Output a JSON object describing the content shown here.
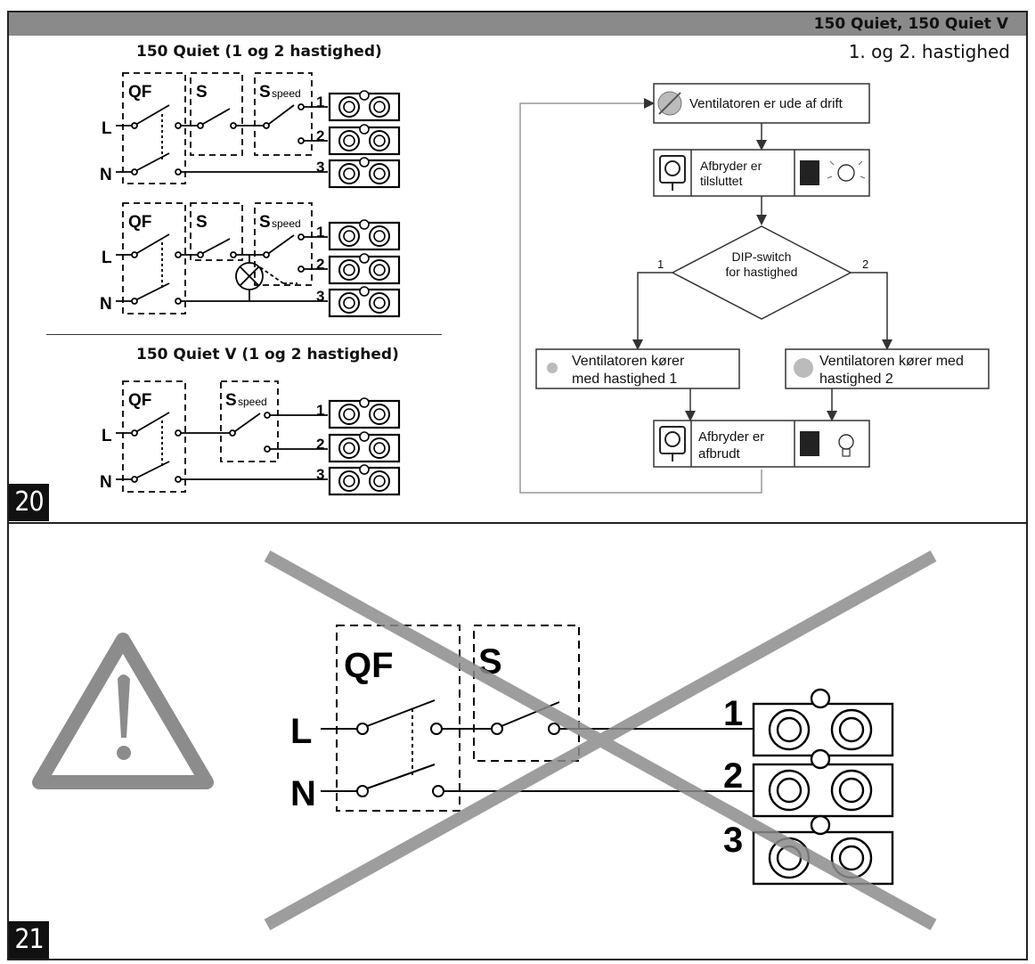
{
  "header": {
    "title": "150 Quiet, 150 Quiet V",
    "subtitle": "1. og 2. hastighed"
  },
  "fig20": {
    "number": "20",
    "title_top": "150 Quiet (1 og 2 hastighed)",
    "title_bottom": "150 Quiet V (1 og 2 hastighed)",
    "labels": {
      "qf": "QF",
      "s": "S",
      "s_big": "S",
      "speed": "speed",
      "l": "L",
      "n": "N",
      "t1": "1",
      "t2": "2",
      "t3": "3"
    }
  },
  "flowchart": {
    "start": "Ventilatoren er ude af drift",
    "connected_1": "Afbryder er",
    "connected_2": "tilsluttet",
    "dip_1": "DIP-switch",
    "dip_2": "for hastighed",
    "branch_left": "1",
    "branch_right": "2",
    "speed1_1": "Ventilatoren kører",
    "speed1_2": "med hastighed 1",
    "speed2_1": "Ventilatoren kører med",
    "speed2_2": "hastighed 2",
    "disconnected_1": "Afbryder er",
    "disconnected_2": "afbrudt"
  },
  "fig21": {
    "number": "21",
    "labels": {
      "qf": "QF",
      "s": "S",
      "l": "L",
      "n": "N",
      "t1": "1",
      "t2": "2",
      "t3": "3"
    }
  },
  "colors": {
    "header_bar": "#8a8a8a",
    "cross": "#8c8c8c",
    "warning": "#8c8c8c"
  }
}
